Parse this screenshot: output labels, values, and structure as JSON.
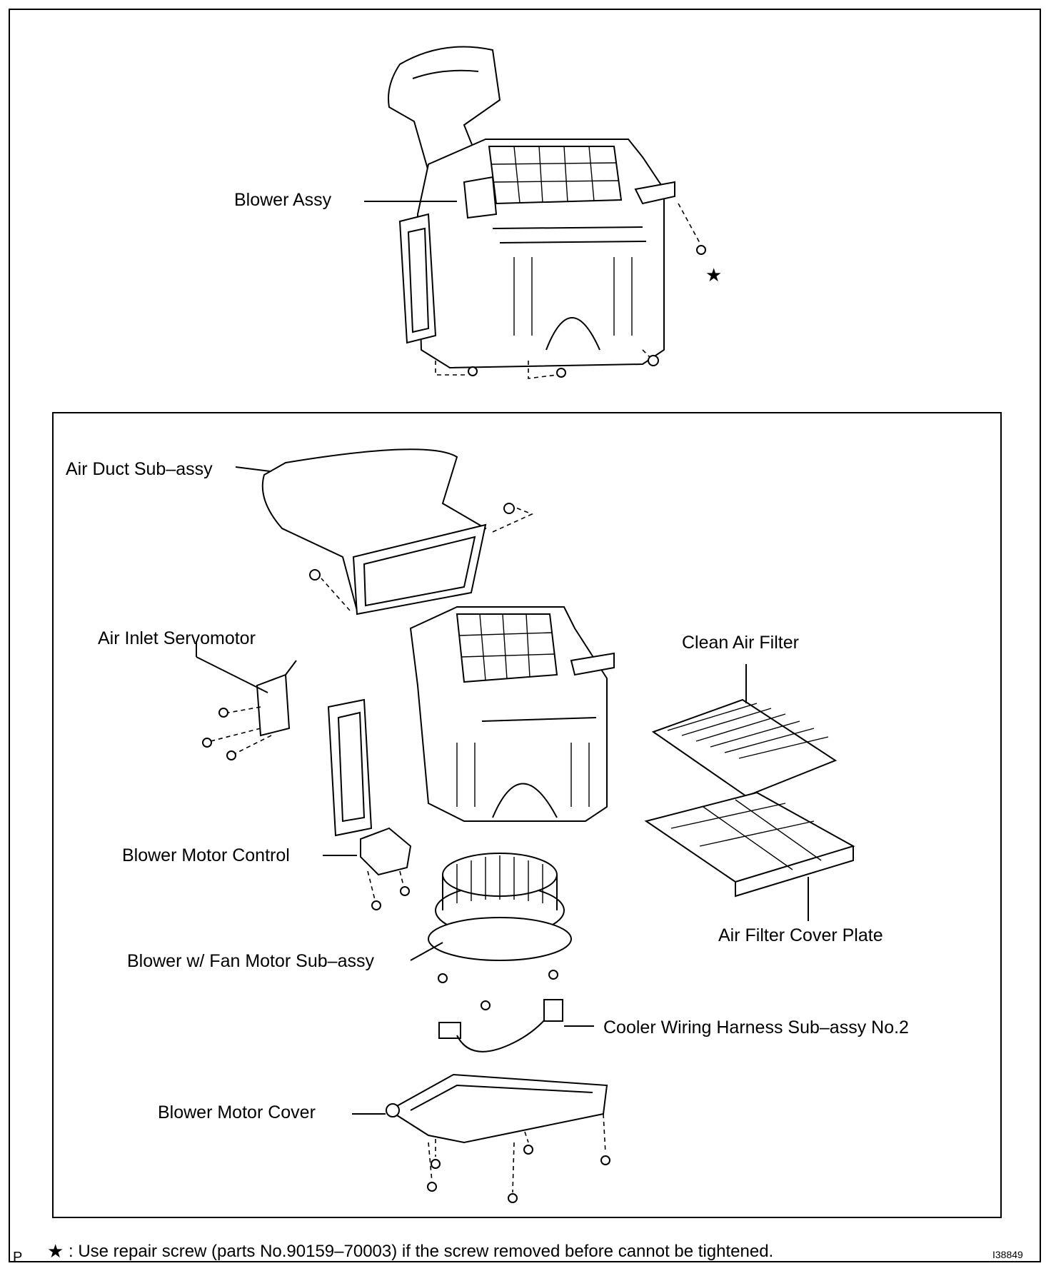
{
  "labels": {
    "blower_assy": "Blower Assy",
    "air_duct": "Air Duct Sub–assy",
    "air_inlet_servomotor": "Air Inlet Servomotor",
    "clean_air_filter": "Clean Air Filter",
    "blower_motor_control": "Blower Motor Control",
    "air_filter_cover_plate": "Air Filter Cover Plate",
    "blower_fan_motor": "Blower w/ Fan Motor Sub–assy",
    "cooler_wiring_harness": "Cooler Wiring Harness Sub–assy No.2",
    "blower_motor_cover": "Blower Motor Cover"
  },
  "note": {
    "star": "★",
    "text": ": Use repair screw (parts No.90159–70003) if the screw removed before cannot be tightened."
  },
  "corner": {
    "left": "P",
    "right": "I38849"
  },
  "top_star": "★"
}
